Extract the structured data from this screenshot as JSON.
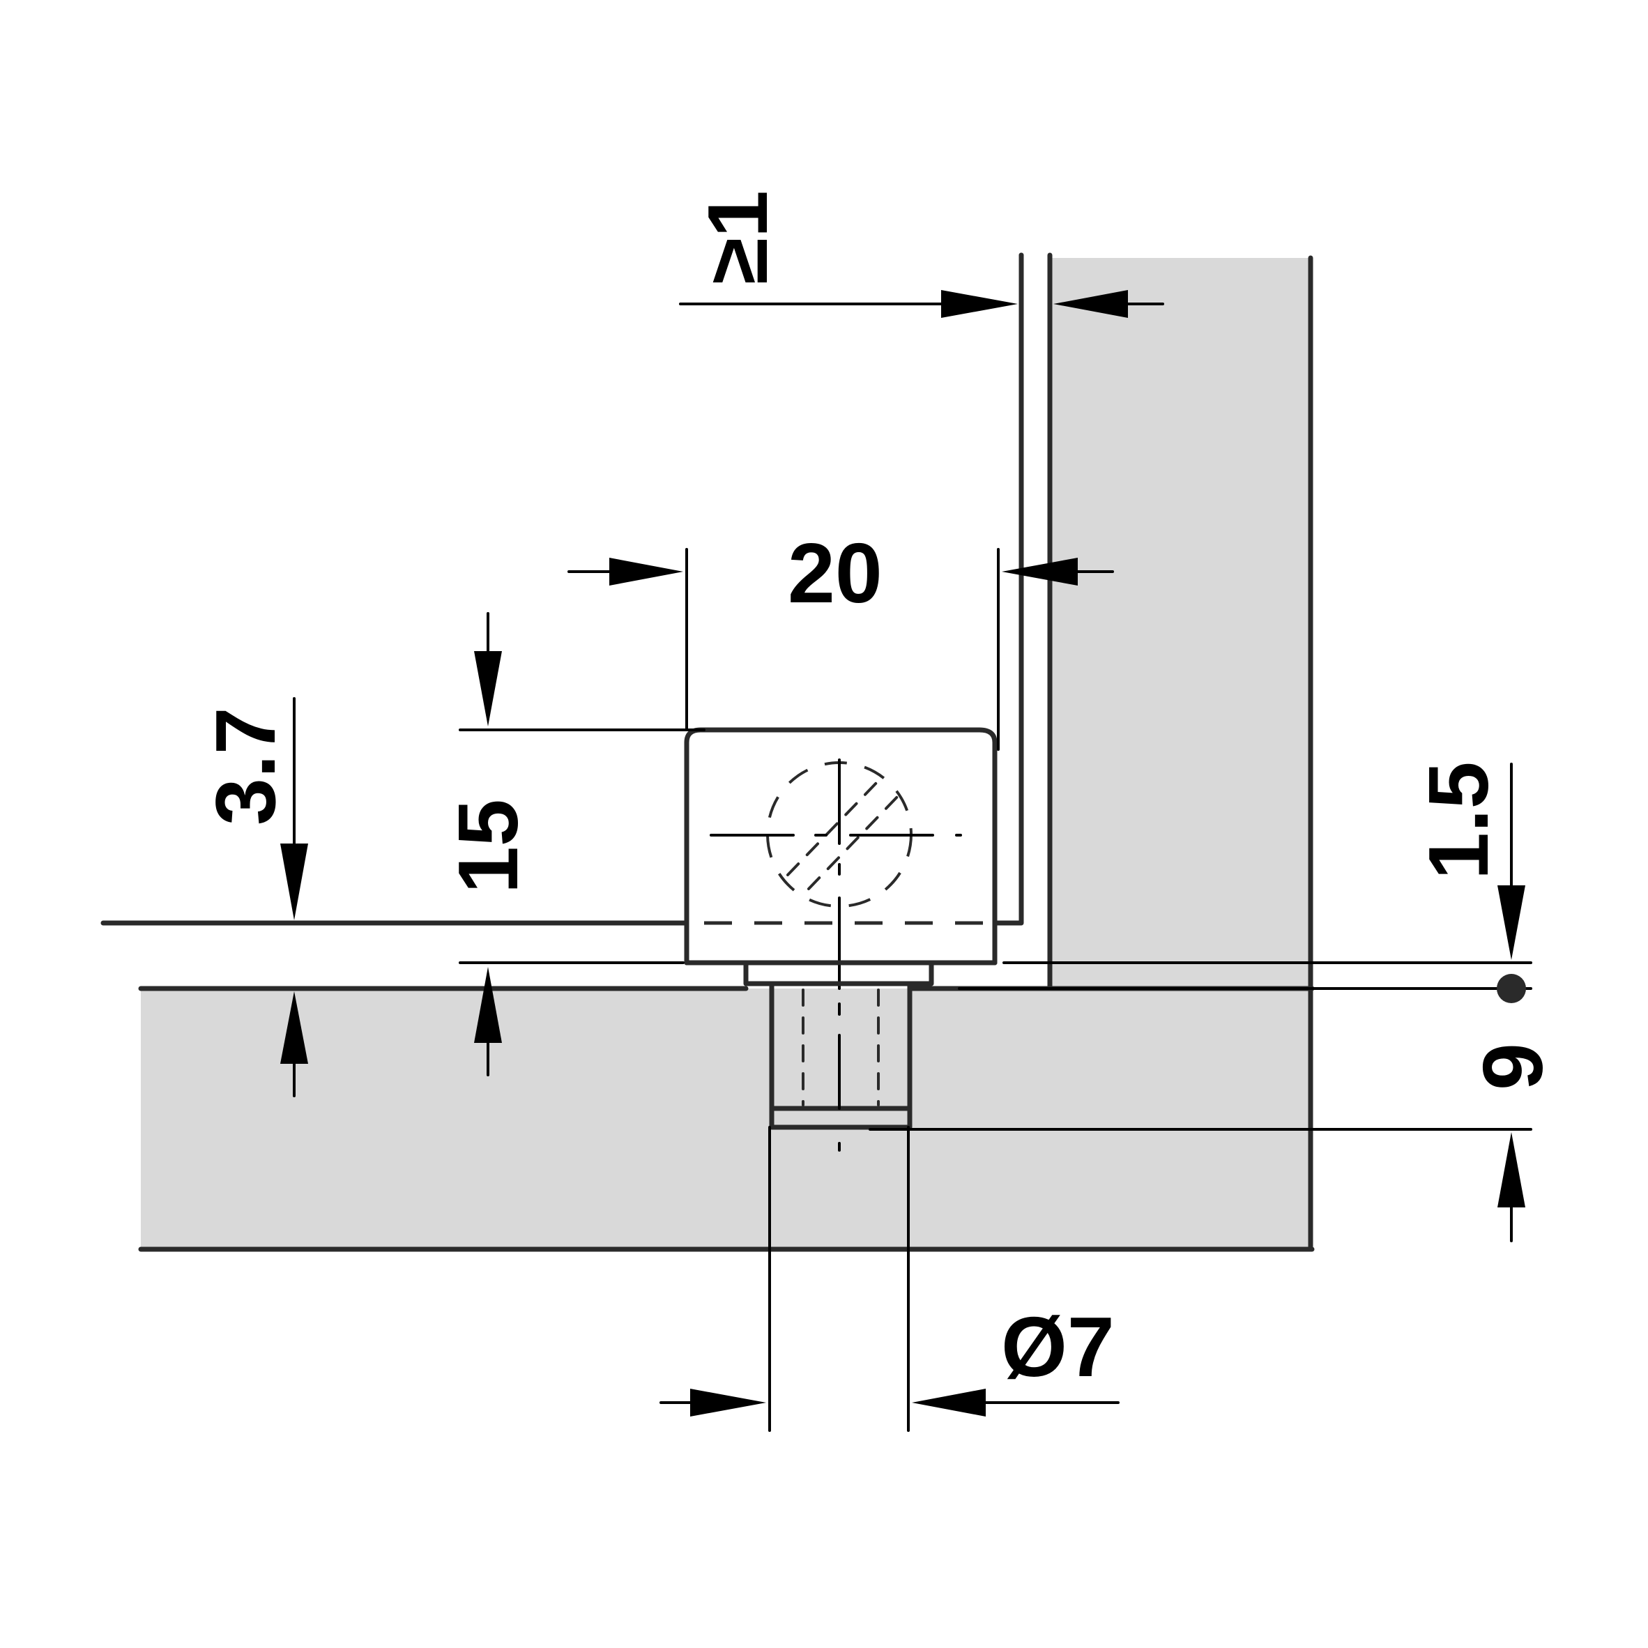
{
  "colors": {
    "panel_fill": "#d9d9d9",
    "edge": "#2a2a2a",
    "dimension": "#000000",
    "background": "#ffffff"
  },
  "dimensions": {
    "gap_min": "≥1",
    "width_20": "20",
    "height_15": "15",
    "depth_3_7": "3.7",
    "offset_1_5": "1.5",
    "depth_9": "9",
    "diameter_7": "Ø7"
  }
}
